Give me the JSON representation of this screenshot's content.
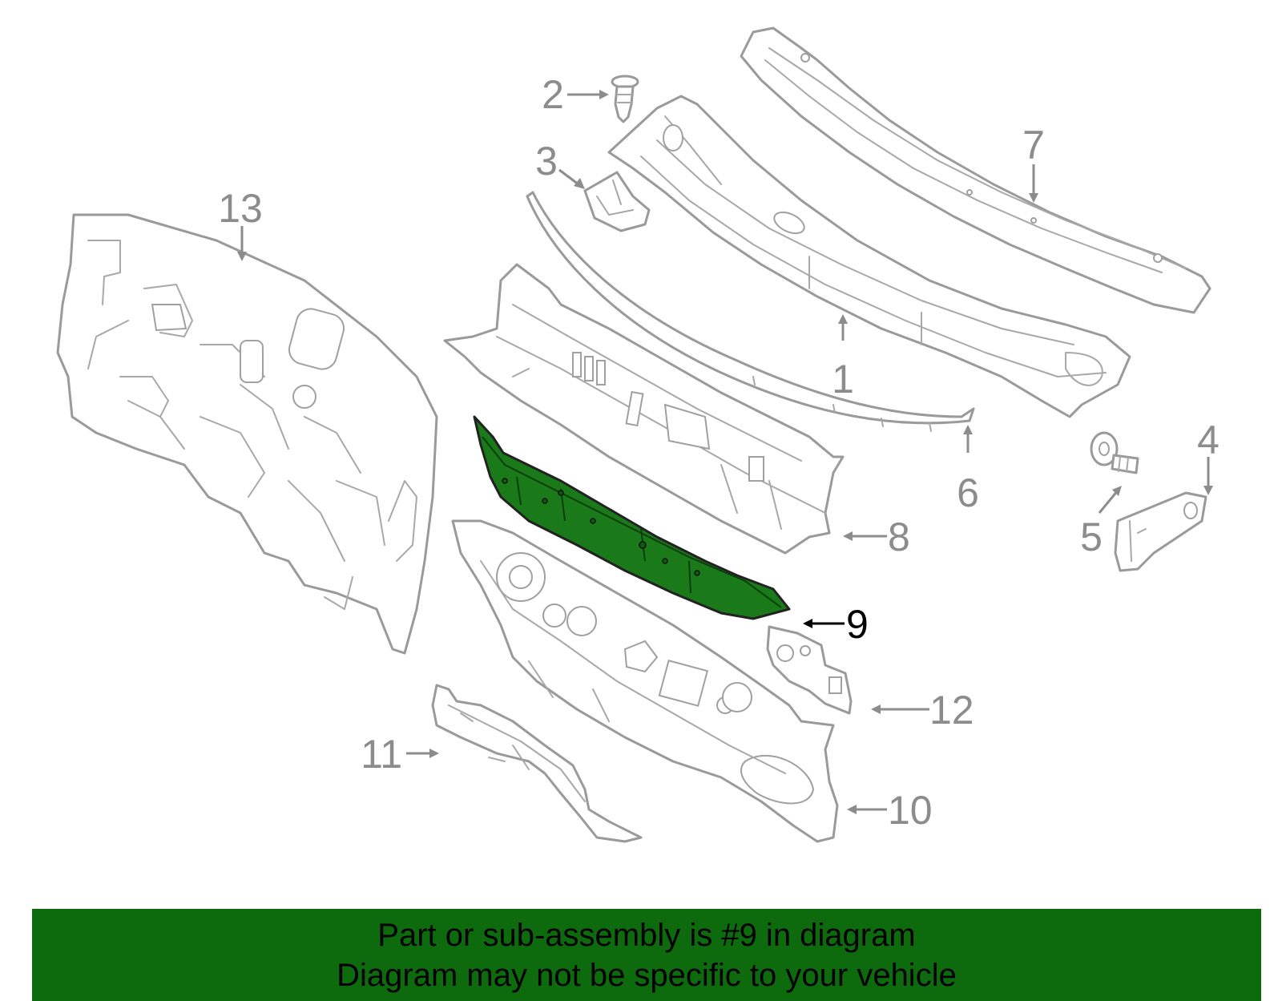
{
  "diagram": {
    "highlight_color": "#1a7a1a",
    "callouts": {
      "c1": "1",
      "c2": "2",
      "c3": "3",
      "c4": "4",
      "c5": "5",
      "c6": "6",
      "c7": "7",
      "c8": "8",
      "c9": "9",
      "c10": "10",
      "c11": "11",
      "c12": "12",
      "c13": "13"
    },
    "highlighted_part": "9"
  },
  "banner": {
    "background": "#0d6b0d",
    "line1": "Part or sub-assembly is #9 in diagram",
    "line2": "Diagram may not be specific to your vehicle"
  }
}
